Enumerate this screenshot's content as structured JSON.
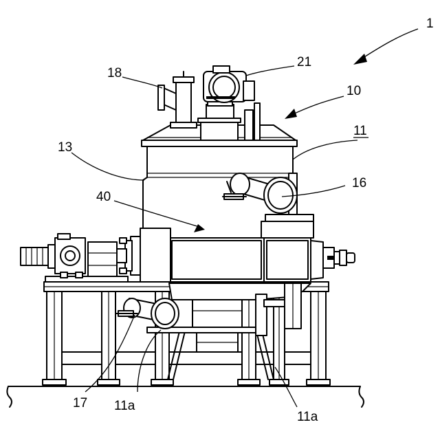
{
  "labels": {
    "l1": "1",
    "l10": "10",
    "l11": "11",
    "l13": "13",
    "l16": "16",
    "l17": "17",
    "l18": "18",
    "l21": "21",
    "l40": "40",
    "l11a_left": "11a",
    "l11a_right": "11a"
  }
}
